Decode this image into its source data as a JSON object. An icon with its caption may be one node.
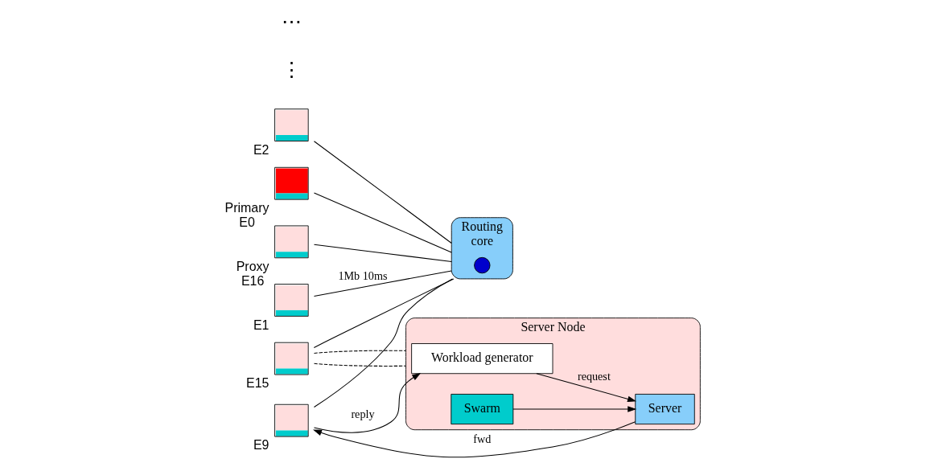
{
  "diagram": {
    "nodes": [
      {
        "text": [
          "Routing",
          "core"
        ]
      },
      {
        "text": [],
        "shape": "circle",
        "in": 0
      },
      {
        "text": [],
        "shape": "box",
        "beside": [
          "Primary",
          "E0"
        ]
      },
      {
        "text": [],
        "shape": "box",
        "beside": [
          "Proxy",
          "E16"
        ]
      },
      {
        "text": [],
        "shape": "box",
        "beside": [
          "E1"
        ]
      },
      {
        "text": [],
        "shape": "box",
        "beside": [
          "E15"
        ]
      },
      {
        "text": [],
        "shape": "box",
        "beside": [
          "E2"
        ]
      },
      {
        "text": [],
        "shape": "box",
        "beside": [
          "E9"
        ]
      },
      {
        "text": [
          "Server Node"
        ]
      },
      {
        "text": [
          "Workload generator"
        ],
        "in": 8
      },
      {
        "text": [
          "Server"
        ],
        "in": 8
      },
      {
        "text": [
          "Swarm"
        ],
        "in": 8
      }
    ],
    "edges": [
      {
        "from": 2,
        "to": 0,
        "arrow": "none"
      },
      {
        "from": 3,
        "to": 0,
        "arrow": "none"
      },
      {
        "from": 4,
        "to": 0,
        "arrow": "none",
        "label": "1Mb 10ms"
      },
      {
        "from": 5,
        "to": 0,
        "arrow": "none"
      },
      {
        "from": 6,
        "to": 0,
        "arrow": "none"
      },
      {
        "from": 7,
        "to": 0,
        "arrow": "none"
      },
      {
        "from": 5,
        "to": 8,
        "arrow": "none",
        "style": "dashed"
      },
      {
        "from": 5,
        "to": 8,
        "arrow": "none",
        "style": "dashed"
      },
      {
        "from": 7,
        "to": 9,
        "arrow": "to",
        "label": "reply"
      },
      {
        "from": 10,
        "to": 7,
        "arrow": "to",
        "label": "fwd"
      },
      {
        "from": 9,
        "to": 10,
        "arrow": "to",
        "label": "request"
      },
      {
        "from": 11,
        "to": 10,
        "arrow": "to"
      }
    ],
    "labels": [
      "⋮",
      "⋯"
    ]
  }
}
